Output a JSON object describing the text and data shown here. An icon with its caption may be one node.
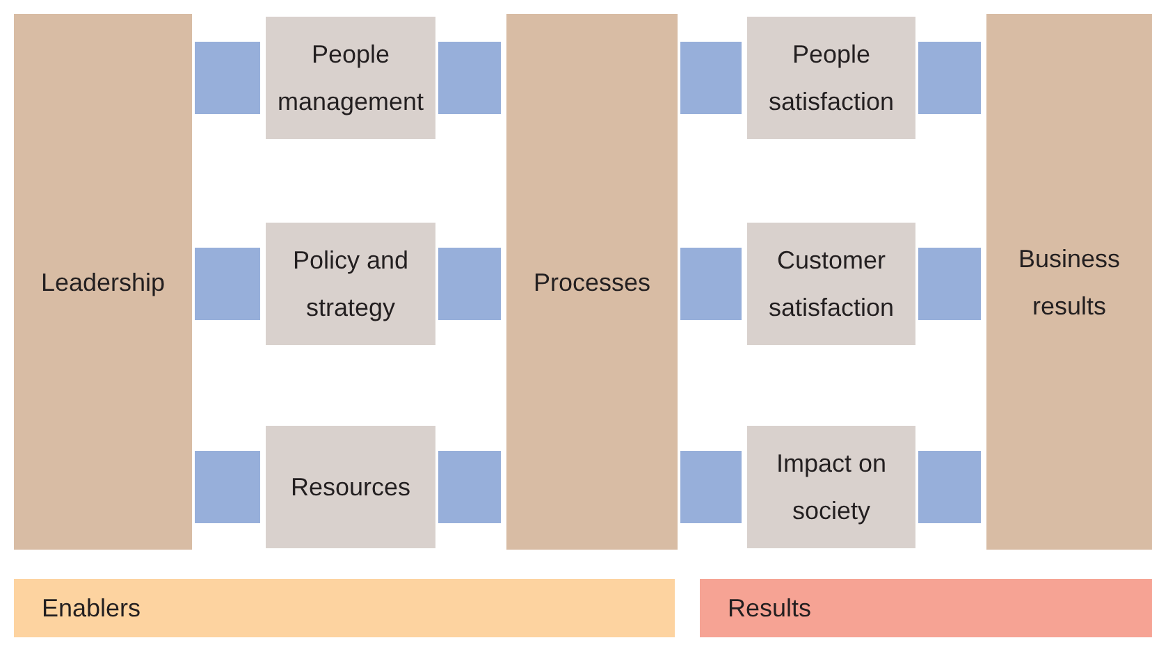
{
  "diagram": {
    "nodes": [
      {
        "text": [
          "Leadership"
        ]
      },
      {
        "text": [
          "People management"
        ]
      },
      {
        "text": [
          "Policy and strategy"
        ]
      },
      {
        "text": [
          "Resources"
        ]
      },
      {
        "text": [
          "Processes"
        ]
      },
      {
        "text": [
          "People satisfaction"
        ]
      },
      {
        "text": [
          "Customer satisfaction"
        ]
      },
      {
        "text": [
          "Impact on society"
        ]
      },
      {
        "text": [
          "Business results"
        ]
      },
      {
        "text": [
          "Enablers"
        ]
      },
      {
        "text": [
          "Results"
        ]
      }
    ],
    "edges": [
      {
        "from": 0,
        "to": 1,
        "arrow": "none"
      },
      {
        "from": 0,
        "to": 2,
        "arrow": "none"
      },
      {
        "from": 0,
        "to": 3,
        "arrow": "none"
      },
      {
        "from": 1,
        "to": 4,
        "arrow": "none"
      },
      {
        "from": 2,
        "to": 4,
        "arrow": "none"
      },
      {
        "from": 3,
        "to": 4,
        "arrow": "none"
      },
      {
        "from": 4,
        "to": 5,
        "arrow": "none"
      },
      {
        "from": 4,
        "to": 6,
        "arrow": "none"
      },
      {
        "from": 4,
        "to": 7,
        "arrow": "none"
      },
      {
        "from": 5,
        "to": 8,
        "arrow": "none"
      },
      {
        "from": 6,
        "to": 8,
        "arrow": "none"
      },
      {
        "from": 7,
        "to": 8,
        "arrow": "none"
      }
    ]
  }
}
